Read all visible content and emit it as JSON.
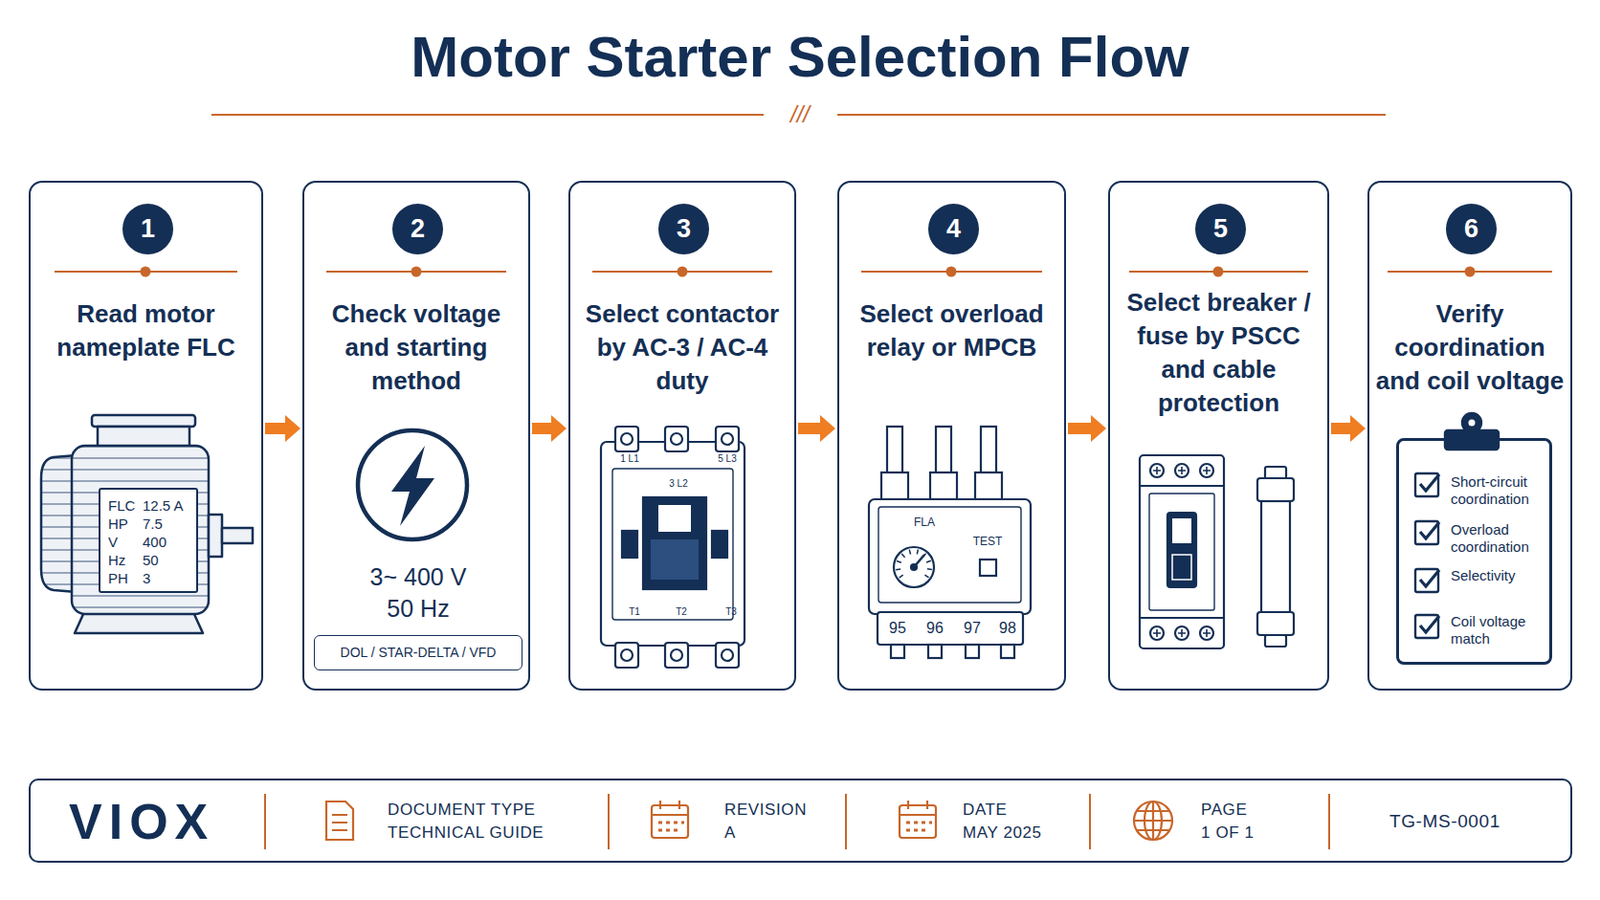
{
  "diagram": {
    "title": "Motor Starter Selection Flow",
    "nodes": [
      {
        "text": [
          "Read motor nameplate FLC"
        ]
      },
      {
        "text": [
          "1"
        ],
        "in": 0
      },
      {
        "text": [
          "FLC",
          "12.5 A",
          "HP",
          "7.5",
          "V",
          "400",
          "Hz",
          "50",
          "PH",
          "3"
        ],
        "in": 0
      },
      {
        "text": [
          "Check voltage and starting method",
          "3~ 400 V 50 Hz"
        ]
      },
      {
        "text": [
          "2"
        ],
        "in": 3
      },
      {
        "text": [
          "DOL / STAR-DELTA / VFD"
        ],
        "in": 3
      },
      {
        "text": [
          "Select contactor by AC-3 / AC-4 duty"
        ]
      },
      {
        "text": [
          "3"
        ],
        "in": 6
      },
      {
        "text": [
          "Select overload relay or MPCB"
        ]
      },
      {
        "text": [
          "4"
        ],
        "in": 8
      },
      {
        "text": [
          "Select breaker / fuse by PSCC and cable protection"
        ]
      },
      {
        "text": [
          "5"
        ],
        "in": 10
      },
      {
        "text": [
          "Verify coordination and coil voltage"
        ]
      },
      {
        "text": [
          "6"
        ],
        "in": 12
      },
      {
        "text": [
          "Short-circuit coordination",
          "Overload coordination",
          "Selectivity",
          "Coil voltage match"
        ],
        "in": 12
      },
      {
        "text": [
          "VIOX",
          "DOCUMENT TYPE",
          "TECHNICAL GUIDE",
          "REVISION",
          "A",
          "DATE",
          "MAY 2025",
          "PAGE",
          "1 OF 1",
          "TG-MS-0001"
        ]
      }
    ],
    "edges": [
      {
        "from": 0,
        "to": 3,
        "arrow": "to"
      },
      {
        "from": 3,
        "to": 6,
        "arrow": "to"
      },
      {
        "from": 6,
        "to": 8,
        "arrow": "to"
      },
      {
        "from": 8,
        "to": 10,
        "arrow": "to"
      },
      {
        "from": 10,
        "to": 12,
        "arrow": "to"
      }
    ],
    "labels": [
      "///",
      "1 L1",
      "3 L2",
      "5 L3",
      "T1",
      "T2",
      "T3",
      "FLA",
      "TEST",
      "95",
      "96",
      "97",
      "98"
    ]
  }
}
